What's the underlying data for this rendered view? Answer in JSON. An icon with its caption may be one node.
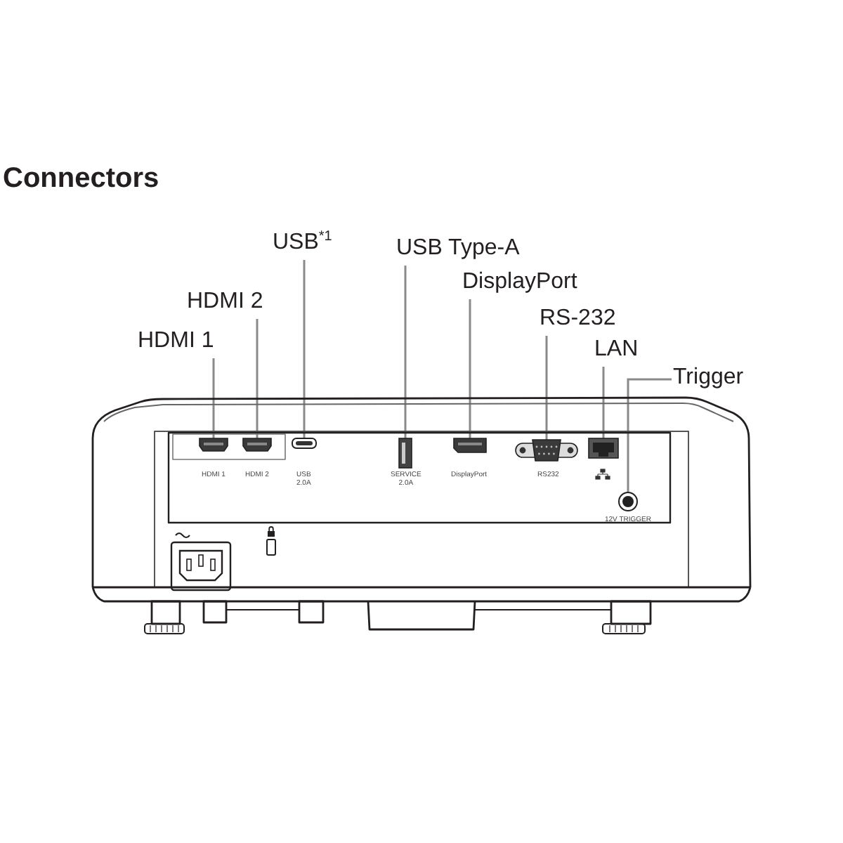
{
  "diagram": {
    "title": "Connectors",
    "nodes": [
      {
        "text": [
          "HDMI 1"
        ]
      },
      {
        "text": [
          "HDMI 2"
        ]
      },
      {
        "text": [
          "USB$^{*1}$"
        ]
      },
      {
        "text": [
          "USB Type-A"
        ]
      },
      {
        "text": [
          "DisplayPort"
        ]
      },
      {
        "text": [
          "RS-232"
        ]
      },
      {
        "text": [
          "LAN"
        ]
      },
      {
        "text": [
          "Trigger"
        ]
      },
      {
        "text": [],
        "shape": "picture",
        "beside": [
          "HDMI 1"
        ]
      },
      {
        "text": [],
        "shape": "picture",
        "beside": [
          "HDMI 2"
        ]
      },
      {
        "text": [],
        "shape": "picture",
        "beside": [
          "USB 2.0A"
        ]
      },
      {
        "text": [],
        "shape": "picture",
        "beside": [
          "SERVICE 2.0A"
        ]
      },
      {
        "text": [],
        "shape": "picture",
        "beside": [
          "DisplayPort"
        ]
      },
      {
        "text": [],
        "shape": "picture",
        "beside": [
          "RS232"
        ]
      },
      {
        "text": [],
        "shape": "picture"
      },
      {
        "text": [],
        "shape": "picture",
        "beside": [
          "12V TRIGGER"
        ]
      }
    ],
    "edges": [
      {
        "from": 0,
        "to": 8,
        "arrow": "none"
      },
      {
        "from": 1,
        "to": 9,
        "arrow": "none"
      },
      {
        "from": 2,
        "to": 10,
        "arrow": "none"
      },
      {
        "from": 3,
        "to": 11,
        "arrow": "none"
      },
      {
        "from": 4,
        "to": 12,
        "arrow": "none"
      },
      {
        "from": 5,
        "to": 13,
        "arrow": "none"
      },
      {
        "from": 6,
        "to": 14,
        "arrow": "none"
      },
      {
        "from": 7,
        "to": 15,
        "arrow": "none"
      }
    ]
  }
}
